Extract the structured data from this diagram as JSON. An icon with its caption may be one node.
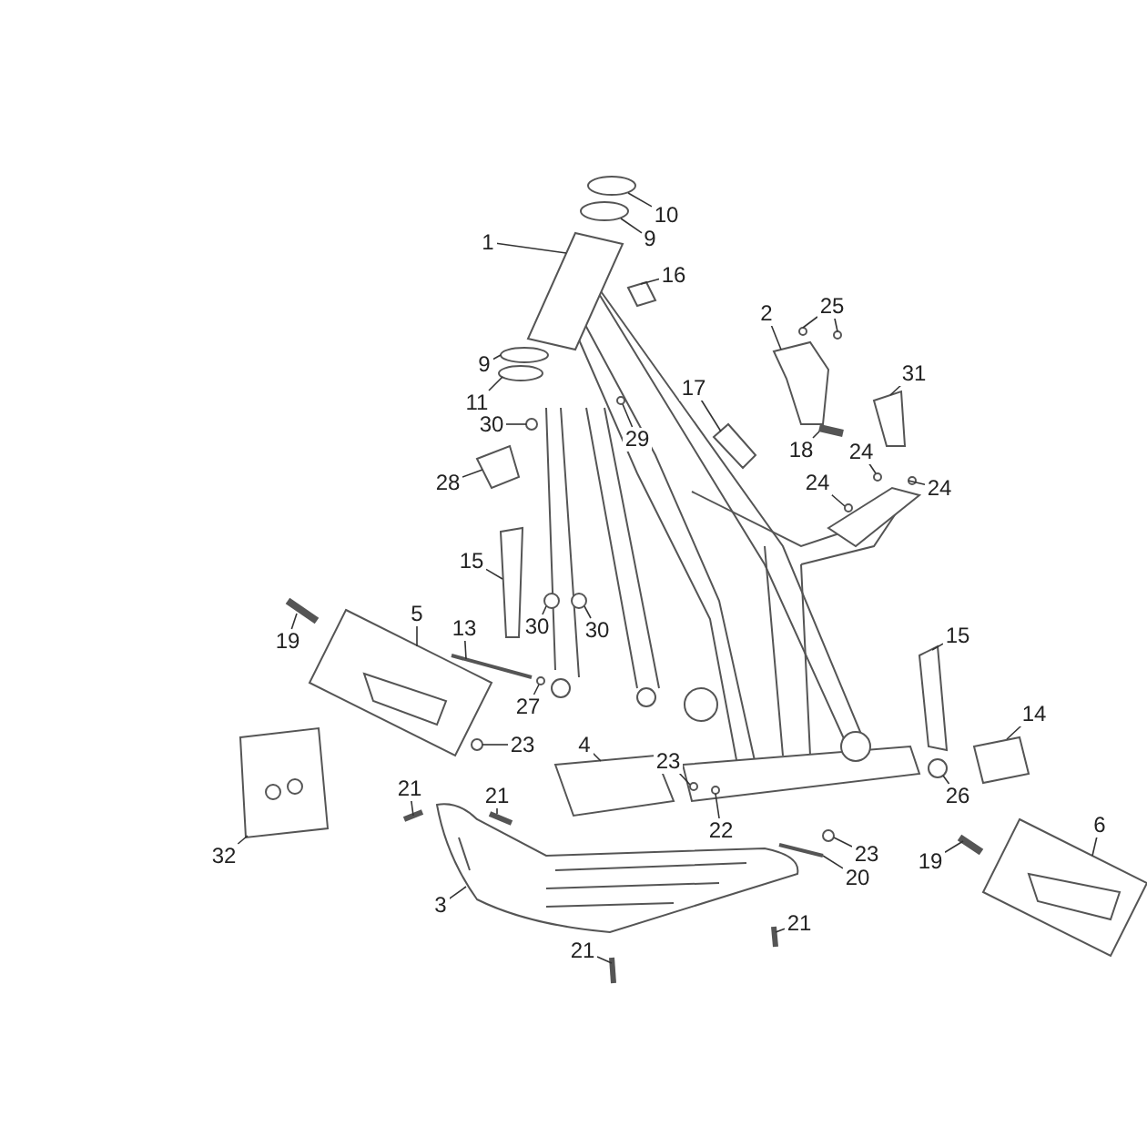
{
  "diagram": {
    "nodes": [
      {
        "text": [
          "10"
        ]
      },
      {
        "text": [
          "9"
        ]
      },
      {
        "text": [
          "1"
        ]
      },
      {
        "text": [
          "16"
        ]
      },
      {
        "text": [
          "2"
        ]
      },
      {
        "text": [
          "25"
        ]
      },
      {
        "text": [
          "9"
        ]
      },
      {
        "text": [
          "11"
        ]
      },
      {
        "text": [
          "31"
        ]
      },
      {
        "text": [
          "17"
        ]
      },
      {
        "text": [
          "30"
        ]
      },
      {
        "text": [
          "29"
        ]
      },
      {
        "text": [
          "18"
        ]
      },
      {
        "text": [
          "28"
        ]
      },
      {
        "text": [
          "24"
        ]
      },
      {
        "text": [
          "24"
        ]
      },
      {
        "text": [
          "24"
        ]
      },
      {
        "text": [
          "15"
        ]
      },
      {
        "text": [
          "5"
        ]
      },
      {
        "text": [
          "19"
        ]
      },
      {
        "text": [
          "13"
        ]
      },
      {
        "text": [
          "30"
        ]
      },
      {
        "text": [
          "30"
        ]
      },
      {
        "text": [
          "15"
        ]
      },
      {
        "text": [
          "27"
        ]
      },
      {
        "text": [
          "23"
        ]
      },
      {
        "text": [
          "4"
        ]
      },
      {
        "text": [
          "14"
        ]
      },
      {
        "text": [
          "21"
        ]
      },
      {
        "text": [
          "23"
        ]
      },
      {
        "text": [
          "21"
        ]
      },
      {
        "text": [
          "26"
        ]
      },
      {
        "text": [
          "22"
        ]
      },
      {
        "text": [
          "6"
        ]
      },
      {
        "text": [
          "23"
        ]
      },
      {
        "text": [
          "19"
        ]
      },
      {
        "text": [
          "32"
        ]
      },
      {
        "text": [
          "20"
        ]
      },
      {
        "text": [
          "3"
        ]
      },
      {
        "text": [
          "21"
        ]
      },
      {
        "text": [
          "21"
        ]
      },
      {
        "text": [],
        "shape": "circle"
      },
      {
        "text": [],
        "shape": "circle"
      },
      {
        "text": [],
        "shape": "box"
      },
      {
        "text": [],
        "shape": "box"
      },
      {
        "text": [],
        "shape": "box"
      },
      {
        "text": [],
        "shape": "circle"
      },
      {
        "text": [],
        "shape": "circle"
      },
      {
        "text": [],
        "shape": "circle"
      },
      {
        "text": [],
        "shape": "circle"
      },
      {
        "text": [],
        "shape": "box"
      },
      {
        "text": [],
        "shape": "box"
      },
      {
        "text": [],
        "shape": "circle"
      },
      {
        "text": [],
        "shape": "circle"
      },
      {
        "text": [],
        "shape": "bar"
      },
      {
        "text": [],
        "shape": "box"
      },
      {
        "text": [],
        "shape": "circle"
      },
      {
        "text": [],
        "shape": "circle"
      },
      {
        "text": [],
        "shape": "circle"
      },
      {
        "text": [],
        "shape": "box"
      },
      {
        "text": [],
        "shape": "picture"
      },
      {
        "text": [],
        "shape": "bar"
      },
      {
        "text": [],
        "shape": "bar"
      },
      {
        "text": [],
        "shape": "circle"
      },
      {
        "text": [],
        "shape": "circle"
      },
      {
        "text": [],
        "shape": "box"
      },
      {
        "text": [],
        "shape": "circle"
      },
      {
        "text": [],
        "shape": "circle"
      },
      {
        "text": [],
        "shape": "box"
      },
      {
        "text": [],
        "shape": "box"
      },
      {
        "text": [],
        "shape": "bar"
      },
      {
        "text": [],
        "shape": "circle"
      },
      {
        "text": [],
        "shape": "bar"
      },
      {
        "text": [],
        "shape": "circle"
      },
      {
        "text": [],
        "shape": "circle"
      },
      {
        "text": [],
        "shape": "picture"
      },
      {
        "text": [],
        "shape": "circle"
      },
      {
        "text": [],
        "shape": "bar"
      },
      {
        "text": [],
        "shape": "picture"
      },
      {
        "text": [],
        "shape": "bar"
      },
      {
        "text": [],
        "shape": "picture"
      },
      {
        "text": [],
        "shape": "bar"
      },
      {
        "text": [],
        "shape": "bar"
      }
    ],
    "edges": [
      {
        "from": 0,
        "to": 41,
        "arrow": "none"
      },
      {
        "from": 1,
        "to": 42,
        "arrow": "none"
      },
      {
        "from": 2,
        "to": 43,
        "arrow": "none"
      },
      {
        "from": 3,
        "to": 44,
        "arrow": "none"
      },
      {
        "from": 4,
        "to": 45,
        "arrow": "none"
      },
      {
        "from": 5,
        "to": 46,
        "arrow": "none"
      },
      {
        "from": 5,
        "to": 47,
        "arrow": "none"
      },
      {
        "from": 6,
        "to": 48,
        "arrow": "none"
      },
      {
        "from": 7,
        "to": 49,
        "arrow": "none"
      },
      {
        "from": 8,
        "to": 50,
        "arrow": "none"
      },
      {
        "from": 9,
        "to": 51,
        "arrow": "none"
      },
      {
        "from": 10,
        "to": 52,
        "arrow": "none"
      },
      {
        "from": 11,
        "to": 53,
        "arrow": "none"
      },
      {
        "from": 12,
        "to": 54,
        "arrow": "none"
      },
      {
        "from": 13,
        "to": 55,
        "arrow": "none"
      },
      {
        "from": 14,
        "to": 56,
        "arrow": "none"
      },
      {
        "from": 15,
        "to": 57,
        "arrow": "none"
      },
      {
        "from": 16,
        "to": 58,
        "arrow": "none"
      },
      {
        "from": 17,
        "to": 59,
        "arrow": "none"
      },
      {
        "from": 18,
        "to": 60,
        "arrow": "none"
      },
      {
        "from": 19,
        "to": 61,
        "arrow": "none"
      },
      {
        "from": 20,
        "to": 62,
        "arrow": "none"
      },
      {
        "from": 21,
        "to": 63,
        "arrow": "none"
      },
      {
        "from": 22,
        "to": 64,
        "arrow": "none"
      },
      {
        "from": 23,
        "to": 65,
        "arrow": "none"
      },
      {
        "from": 24,
        "to": 66,
        "arrow": "none"
      },
      {
        "from": 25,
        "to": 67,
        "arrow": "none"
      },
      {
        "from": 26,
        "to": 68,
        "arrow": "none"
      },
      {
        "from": 27,
        "to": 69,
        "arrow": "none"
      },
      {
        "from": 28,
        "to": 70,
        "arrow": "none"
      },
      {
        "from": 29,
        "to": 71,
        "arrow": "none"
      },
      {
        "from": 30,
        "to": 72,
        "arrow": "none"
      },
      {
        "from": 31,
        "to": 73,
        "arrow": "none"
      },
      {
        "from": 32,
        "to": 74,
        "arrow": "none"
      },
      {
        "from": 33,
        "to": 75,
        "arrow": "none"
      },
      {
        "from": 34,
        "to": 76,
        "arrow": "none"
      },
      {
        "from": 35,
        "to": 77,
        "arrow": "none"
      },
      {
        "from": 36,
        "to": 78,
        "arrow": "none"
      },
      {
        "from": 37,
        "to": 79,
        "arrow": "none"
      },
      {
        "from": 38,
        "to": 80,
        "arrow": "none"
      },
      {
        "from": 39,
        "to": 81,
        "arrow": "none"
      },
      {
        "from": 40,
        "to": 82,
        "arrow": "none"
      }
    ]
  }
}
